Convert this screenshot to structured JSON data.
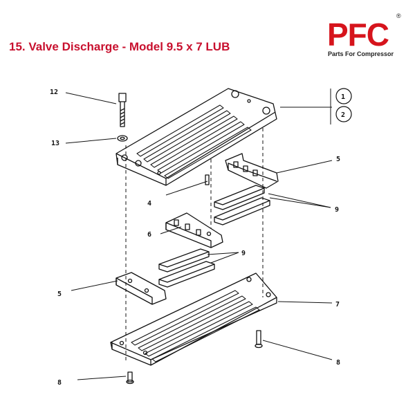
{
  "page_title": "15. Valve Discharge - Model 9.5 x 7 LUB",
  "brand": {
    "name": "PFC",
    "registered_mark": "®",
    "tagline": "Parts For Compressor",
    "color": "#d6141c"
  },
  "title_color": "#c8102e",
  "callouts": {
    "c12": "12",
    "c13": "13",
    "c1": "1",
    "c2": "2",
    "c5_top": "5",
    "c4": "4",
    "c9_top": "9",
    "c6": "6",
    "c9_mid": "9",
    "c5_bottom": "5",
    "c7": "7",
    "c8_right": "8",
    "c8_left": "8"
  }
}
